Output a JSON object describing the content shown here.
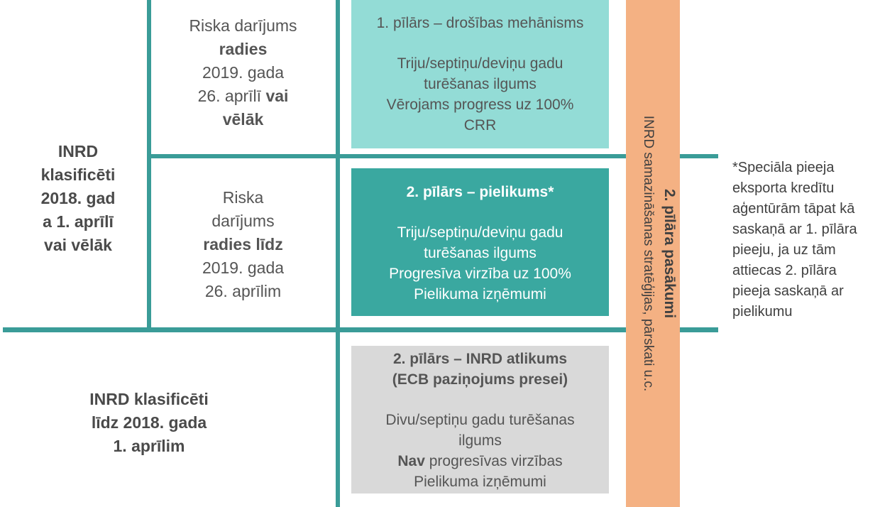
{
  "left_top_label": [
    "INRD",
    "klasificēti",
    "2018. gad",
    "a 1. aprīlī",
    "vai vēlāk"
  ],
  "left_bottom_label": [
    "INRD klasificēti",
    "līdz 2018. gada",
    "1. aprīlim"
  ],
  "mid_top": {
    "l1": "Riska darījums",
    "l2": "radies",
    "l3": "2019. gada",
    "l4a": "26. aprīlī ",
    "l4b": "vai",
    "l5": "vēlāk"
  },
  "mid_bottom": {
    "l1": "Riska",
    "l2": "darījums",
    "l3": "radies līdz",
    "l4": "2019. gada",
    "l5": "26. aprīlim"
  },
  "box1": {
    "title": "1. pīlārs – drošības mehānisms",
    "lines": [
      "Triju/septiņu/deviņu gadu",
      "turēšanas ilgums",
      "Vērojams progress uz 100%",
      "CRR"
    ]
  },
  "box2": {
    "title": "2. pīlārs – pielikums*",
    "lines": [
      "Triju/septiņu/deviņu gadu",
      "turēšanas ilgums",
      "Progresīva virzība uz 100%",
      "Pielikuma izņēmumi"
    ]
  },
  "box3": {
    "title1": "2. pīlārs – INRD atlikums",
    "title2": "(ECB paziņojums presei)",
    "l1": "Divu/septiņu gadu turēšanas",
    "l2": "ilgums",
    "l3a": "Nav",
    "l3b": " progresīvas virzības",
    "l4": "Pielikuma izņēmumi"
  },
  "vertical_bar": {
    "title": "2. pīlāra pasākumi",
    "subtitle": "INRD samazināšanas stratēģijas, pārskati u.c."
  },
  "note": "*Speciāla pieeja eksporta kredītu aģentūrām tāpat kā saskaņā ar 1. pīlāra pieeju, ja uz tām attiecas 2. pīlāra pieeja saskaņā ar pielikumu",
  "colors": {
    "line": "#3a9c98",
    "box1": "#93dcd6",
    "box2": "#3aa8a0",
    "box3": "#d9d9d9",
    "bar": "#f4b183"
  }
}
